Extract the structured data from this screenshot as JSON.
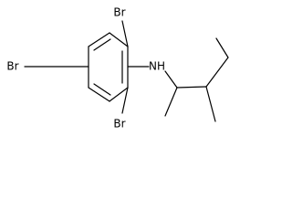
{
  "molecule": {
    "atom_labels": {
      "br_top": "Br",
      "br_left": "Br",
      "br_bottom": "Br",
      "nh": "NH"
    }
  }
}
